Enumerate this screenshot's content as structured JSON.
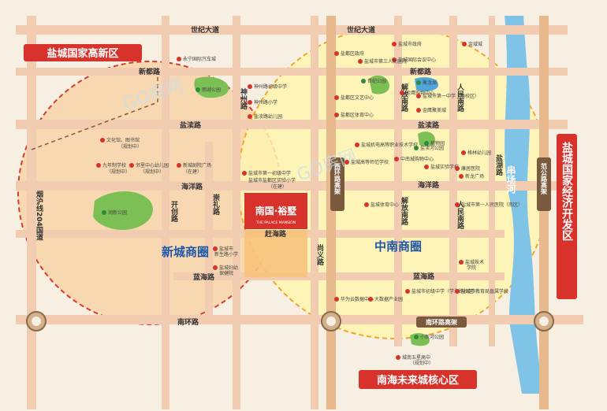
{
  "zones": {
    "gaoxin": "盐城国家高新区",
    "jingji": "盐城国家经济开发区",
    "nanhai": "南海未来城核心区"
  },
  "districts": {
    "west": "新城商圈",
    "east": "中南商圈"
  },
  "project": {
    "name": "南国·裕墅",
    "subtitle": "THE PALACE MANSION"
  },
  "watermark": "GO房网",
  "roads": {
    "shiji": "世纪大道",
    "xindu": "新都路",
    "yandu": "盐渎路",
    "haiyang": "海洋路",
    "ganhai": "赶海路",
    "lanhai": "蓝海路",
    "nanhuan": "南环路",
    "kaichuang": "开创路",
    "chongbei": "崇礼路",
    "shenzhou": "神州路",
    "jiefang": "解放南路",
    "renmin_n": "人民南路",
    "renmin_s": "人民南路",
    "shangyi": "尚义路",
    "yanhu": "盐湖路",
    "g204": "烟沪线204国道",
    "xihuan": "西环路高架",
    "fangong": "范公路高架",
    "nanhuan_gj": "南环路高架",
    "river": "串场河"
  },
  "pois": [
    {
      "id": "yongning",
      "label": "永宁国际汽车城"
    },
    {
      "id": "lihu",
      "label": "丽湖公园"
    },
    {
      "id": "wenhua",
      "label": "文化馆、图书馆"
    },
    {
      "id": "wenhua2",
      "label": "（规划中）"
    },
    {
      "id": "jiunian",
      "label": "九年制学校"
    },
    {
      "id": "jiunian2",
      "label": "（规划中）"
    },
    {
      "id": "linli",
      "label": "邻里中心幼儿园"
    },
    {
      "id": "linli2",
      "label": "（规划中）"
    },
    {
      "id": "shenzhou_p",
      "label": "神州路初级中学"
    },
    {
      "id": "shenzhou_x",
      "label": "神州路小学"
    },
    {
      "id": "yandu_y",
      "label": "盐渎路幼儿园"
    },
    {
      "id": "xinchuan",
      "label": "新城剧院广场"
    },
    {
      "id": "xinchuan2",
      "label": "（在建）"
    },
    {
      "id": "diyi",
      "label": "盐城市第一初级中学"
    },
    {
      "id": "diyi2",
      "label": "盐城市盐都区实验小学"
    },
    {
      "id": "diyi3",
      "label": "（在建）"
    },
    {
      "id": "runxin",
      "label": "润新公园"
    },
    {
      "id": "lantian",
      "label": "盐城市"
    },
    {
      "id": "lantian2",
      "label": "新生路小学"
    },
    {
      "id": "fuyou",
      "label": "盐城妇幼"
    },
    {
      "id": "fuyou2",
      "label": "保健院"
    },
    {
      "id": "zhengfu",
      "label": "盐城市政府"
    },
    {
      "id": "guoji",
      "label": "盐城国际会议中心"
    },
    {
      "id": "jinyu",
      "label": "金域城"
    },
    {
      "id": "yandu_zf",
      "label": "盐都区政府"
    },
    {
      "id": "disan",
      "label": "盐城市第三人民医院"
    },
    {
      "id": "shiji_gy",
      "label": "世纪公园"
    },
    {
      "id": "julong",
      "label": "聚龙湖"
    },
    {
      "id": "wenyi",
      "label": "盐都区文艺中心"
    },
    {
      "id": "tiyu",
      "label": "盐都区体育中心"
    },
    {
      "id": "jinying",
      "label": "金鹰购物中心"
    },
    {
      "id": "diyizx",
      "label": "盐城市第一中学（南校区）"
    },
    {
      "id": "juyou",
      "label": "金鹰聚美城"
    },
    {
      "id": "jidian",
      "label": "盐城机电高等职业技术学校"
    },
    {
      "id": "gaoyan",
      "label": "盐城高等师范学校"
    },
    {
      "id": "yanbo",
      "label": "盐渎河公园"
    },
    {
      "id": "zhiwu",
      "label": "植物园"
    },
    {
      "id": "zhongnan",
      "label": "中南城购物中心"
    },
    {
      "id": "yanchenglu",
      "label": "盐城实验学校"
    },
    {
      "id": "gelin",
      "label": "格林幼儿园"
    },
    {
      "id": "kangyuan",
      "label": "康居医院"
    },
    {
      "id": "xinlong",
      "label": "新龙广场"
    },
    {
      "id": "diyi_rm",
      "label": "盐城市第一人民医院（南区）"
    },
    {
      "id": "yancheng_tiyu",
      "label": "盐城体育中心"
    },
    {
      "id": "huawei",
      "label": "华为云数据中心"
    },
    {
      "id": "dashuju",
      "label": "大数据产业园"
    },
    {
      "id": "chuzhong",
      "label": "盐城市初级中学（学海路校区）"
    },
    {
      "id": "jiaoyu",
      "label": "盐城市教育局直属学校"
    },
    {
      "id": "xiaohu",
      "label": "小新河公园"
    },
    {
      "id": "wuxing",
      "label": "城南五星高中"
    },
    {
      "id": "wuxing2",
      "label": "（规划中）"
    },
    {
      "id": "yancheng_ji",
      "label": "盐城技术"
    },
    {
      "id": "yancheng_ji2",
      "label": "学院"
    }
  ]
}
